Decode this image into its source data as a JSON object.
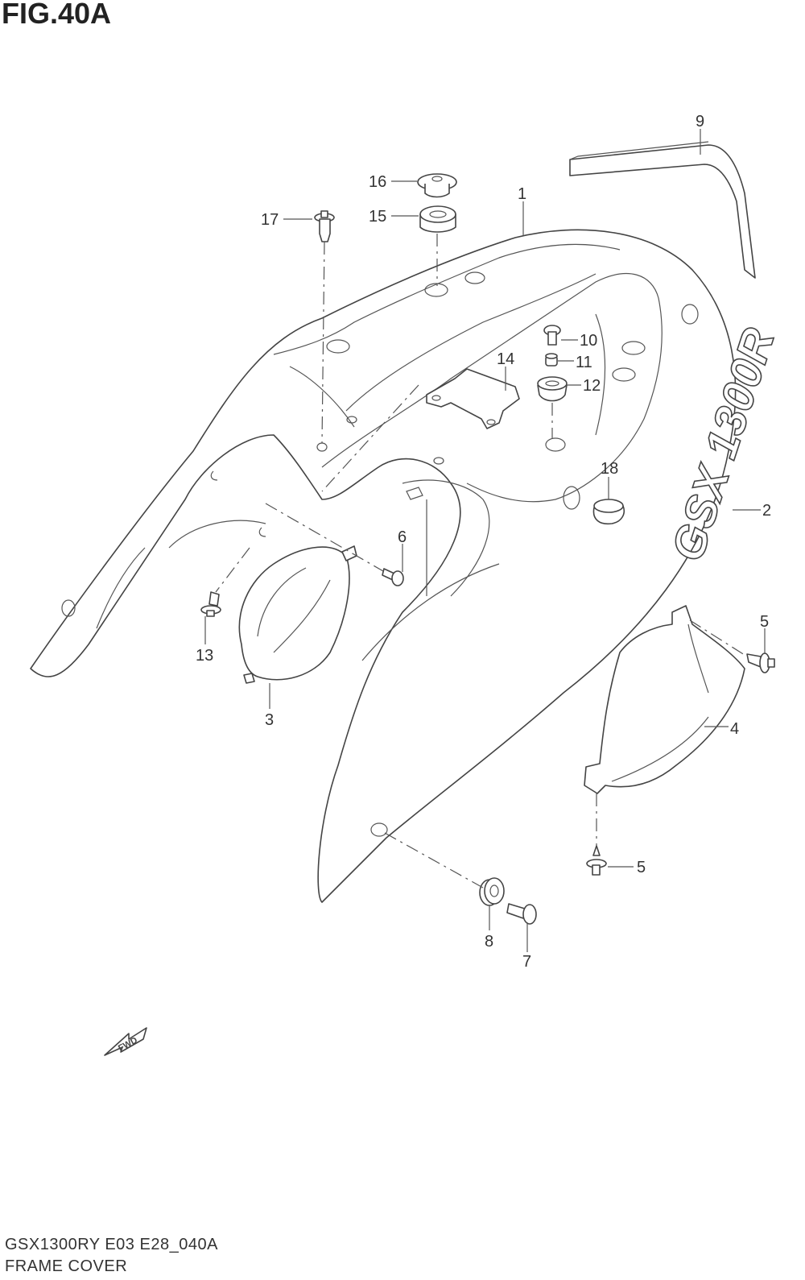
{
  "figure": {
    "title": "FIG.40A",
    "model_code": "GSX1300RY E03 E28_040A",
    "section_name": "FRAME COVER"
  },
  "decal_text": "GSX 1300R",
  "fwd_label": "FWD",
  "callouts": [
    {
      "id": "c1",
      "label": "1"
    },
    {
      "id": "c2",
      "label": "2"
    },
    {
      "id": "c3",
      "label": "3"
    },
    {
      "id": "c4",
      "label": "4"
    },
    {
      "id": "c5a",
      "label": "5"
    },
    {
      "id": "c5b",
      "label": "5"
    },
    {
      "id": "c6",
      "label": "6"
    },
    {
      "id": "c7",
      "label": "7"
    },
    {
      "id": "c8",
      "label": "8"
    },
    {
      "id": "c9",
      "label": "9"
    },
    {
      "id": "c10",
      "label": "10"
    },
    {
      "id": "c11",
      "label": "11"
    },
    {
      "id": "c12",
      "label": "12"
    },
    {
      "id": "c13",
      "label": "13"
    },
    {
      "id": "c14",
      "label": "14"
    },
    {
      "id": "c15",
      "label": "15"
    },
    {
      "id": "c16",
      "label": "16"
    },
    {
      "id": "c17",
      "label": "17"
    },
    {
      "id": "c18",
      "label": "18"
    }
  ]
}
